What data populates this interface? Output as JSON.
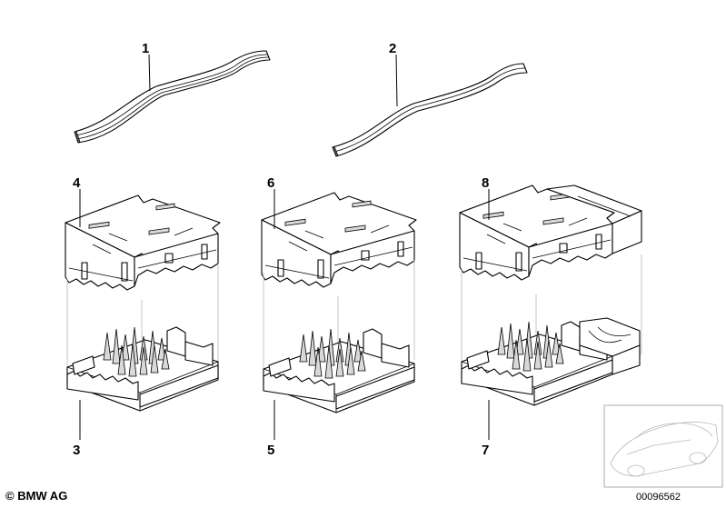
{
  "labels": {
    "p1": "1",
    "p2": "2",
    "p3": "3",
    "p4": "4",
    "p5": "5",
    "p6": "6",
    "p7": "7",
    "p8": "8"
  },
  "footer": {
    "copyright": "© BMW AG",
    "doc_number": "00096562"
  }
}
